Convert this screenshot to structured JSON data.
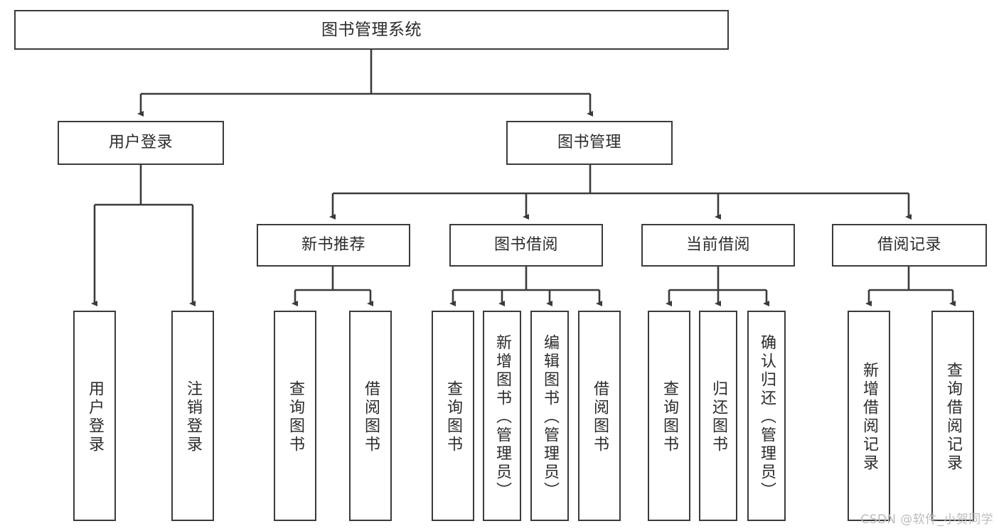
{
  "diagram": {
    "title": "图书管理系统",
    "watermark": "CSDN @软件_小贺同学",
    "line_color": "#3b3b3b",
    "box_fill": "#ffffff",
    "text_color": "#2b2b2b",
    "levels": {
      "root": {
        "label": "图书管理系统"
      },
      "level2": [
        {
          "label": "用户登录"
        },
        {
          "label": "图书管理"
        }
      ],
      "level3": [
        {
          "label": "新书推荐"
        },
        {
          "label": "图书借阅"
        },
        {
          "label": "当前借阅"
        },
        {
          "label": "借阅记录"
        }
      ],
      "leaves": {
        "user_login": [
          {
            "label": "用户登录"
          },
          {
            "label": "注销登录"
          }
        ],
        "new_book_recommend": [
          {
            "label": "查询图书"
          },
          {
            "label": "借阅图书"
          }
        ],
        "book_borrow": [
          {
            "label": "查询图书"
          },
          {
            "label": "新增图书（管理员）"
          },
          {
            "label": "编辑图书（管理员）"
          },
          {
            "label": "借阅图书"
          }
        ],
        "current_borrow": [
          {
            "label": "查询图书"
          },
          {
            "label": "归还图书"
          },
          {
            "label": "确认归还（管理员）"
          }
        ],
        "borrow_record": [
          {
            "label": "新增借阅记录"
          },
          {
            "label": "查询借阅记录"
          }
        ]
      }
    }
  }
}
